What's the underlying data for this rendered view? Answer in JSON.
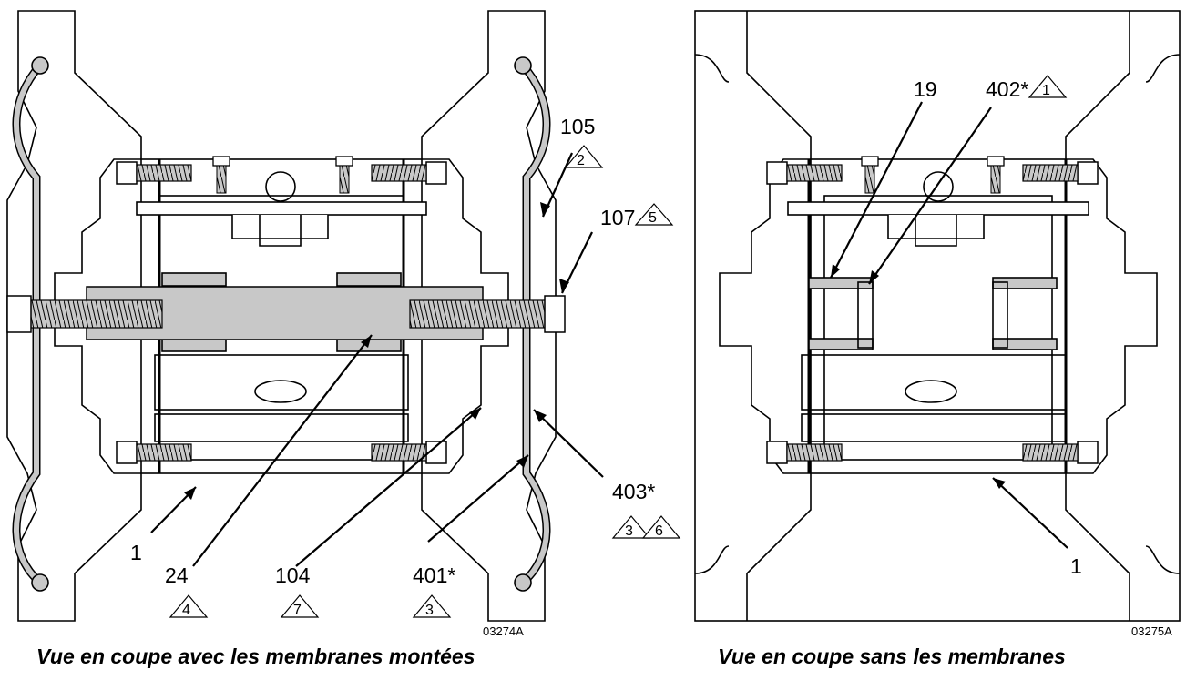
{
  "left_view": {
    "caption": "Vue en coupe avec les membranes montées",
    "drawing_code": "03274A",
    "callouts": [
      {
        "id": "c105",
        "text": "105",
        "warn": "2"
      },
      {
        "id": "c107",
        "text": "107",
        "warn": "5"
      },
      {
        "id": "c403",
        "text": "403*",
        "warn": "3",
        "warn2": "6"
      },
      {
        "id": "c1",
        "text": "1"
      },
      {
        "id": "c24",
        "text": "24",
        "warn": "4"
      },
      {
        "id": "c104",
        "text": "104",
        "warn": "7"
      },
      {
        "id": "c401",
        "text": "401*",
        "warn": "3"
      }
    ]
  },
  "right_view": {
    "caption": "Vue en coupe sans les membranes",
    "drawing_code": "03275A",
    "callouts": [
      {
        "id": "c19",
        "text": "19"
      },
      {
        "id": "c402",
        "text": "402*",
        "warn": "1"
      },
      {
        "id": "c1b",
        "text": "1"
      }
    ]
  },
  "colors": {
    "line": "#000000",
    "shade": "#c8c8c8",
    "light": "#e6e6e6"
  }
}
